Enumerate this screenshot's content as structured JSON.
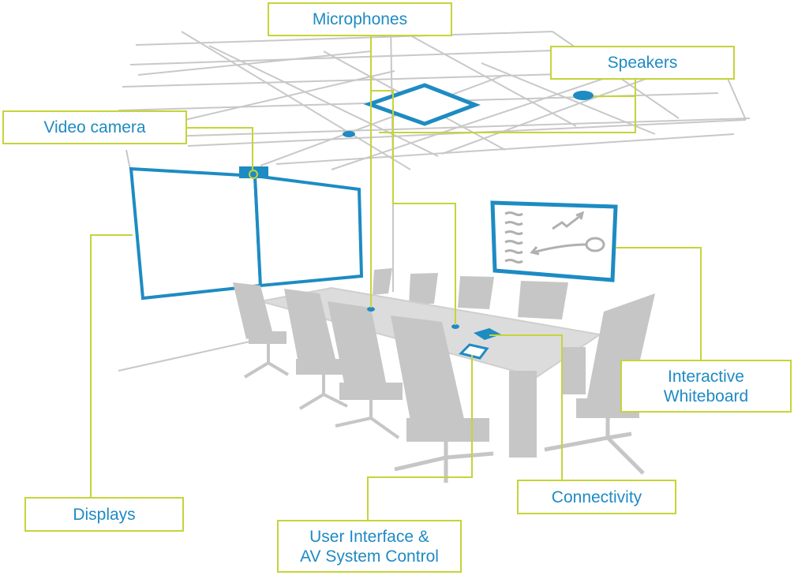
{
  "labels": {
    "microphones": "Microphones",
    "speakers": "Speakers",
    "video_camera": "Video camera",
    "interactive_whiteboard": "Interactive\nWhiteboard",
    "connectivity": "Connectivity",
    "user_interface": "User Interface &\nAV System Control",
    "displays": "Displays"
  },
  "colors": {
    "accent_blue": "#1e8bc3",
    "callout_green": "#c5d43a",
    "line_gray": "#c8c8c8",
    "furniture_gray": "#c6c6c6"
  },
  "icons": [
    "ceiling-microphone-icon",
    "speaker-icon",
    "camera-icon",
    "whiteboard-icon",
    "chair-icon"
  ]
}
